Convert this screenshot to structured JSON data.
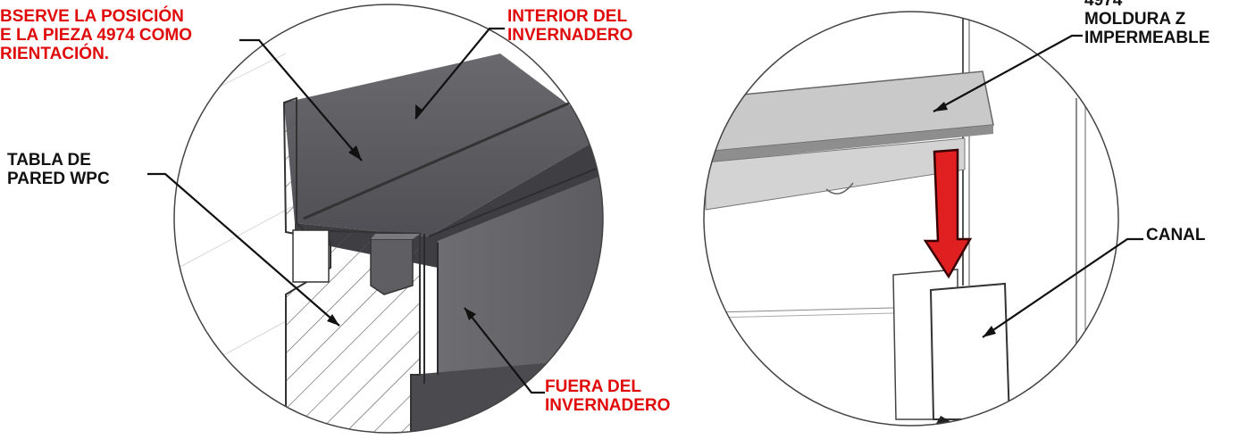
{
  "labels": {
    "observe_note": "BSERVE LA POSICIÓN\nE LA PIEZA 4974 COMO\nRIENTACIÓN.",
    "interior": "INTERIOR DEL\nINVERNADERO",
    "wall_board": "TABLA DE\nPARED WPC",
    "outside": "FUERA DEL\nINVERNADERO",
    "part_number": "4974",
    "z_molding": "MOLDURA Z\nIMPERMEABLE",
    "channel": "CANAL"
  },
  "colors": {
    "callout_red": "#e00a0a",
    "callout_black": "#111111",
    "arrow_red": "#e02020"
  }
}
